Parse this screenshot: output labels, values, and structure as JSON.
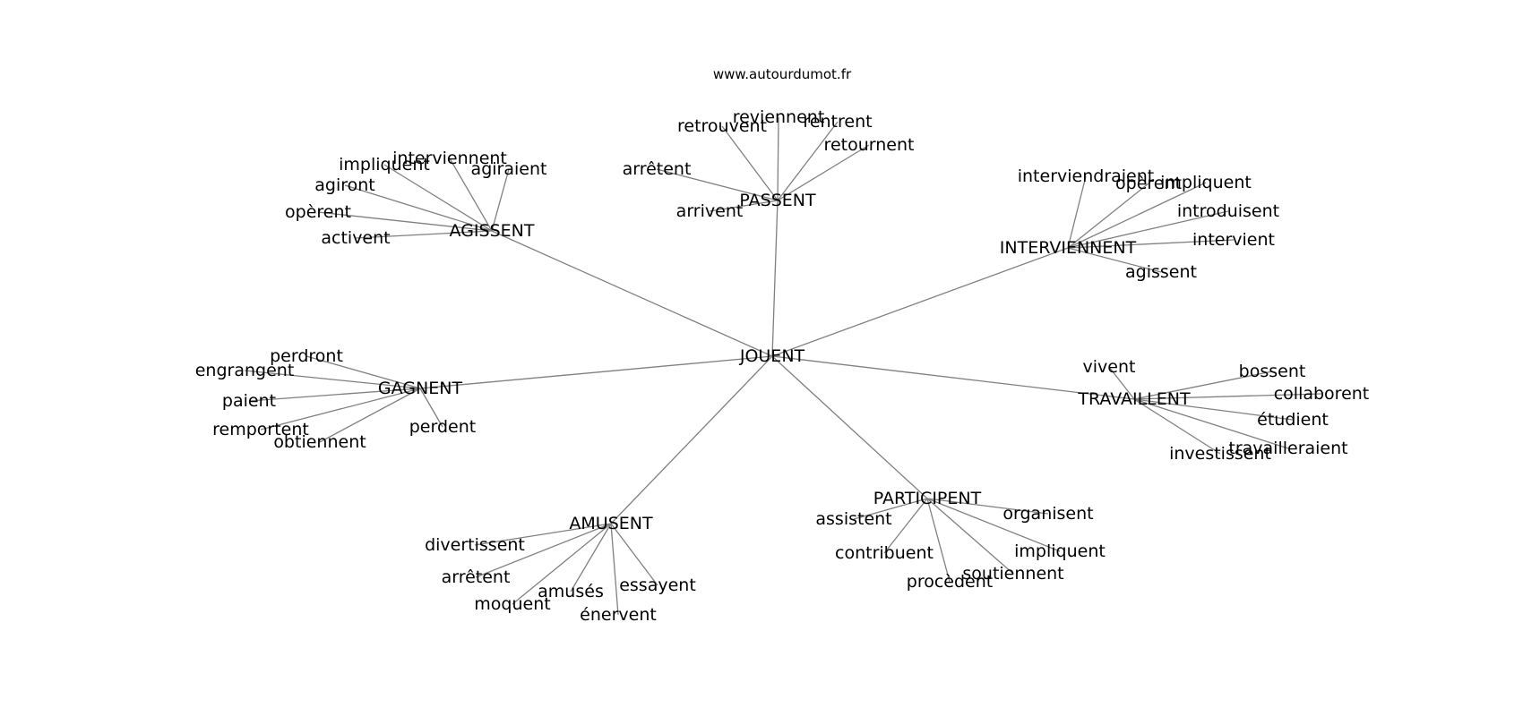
{
  "site": "www.autourdumot.fr",
  "center": "JOUENT",
  "colors": {
    "edge": "#808080",
    "text": "#000000",
    "background": "#ffffff"
  },
  "groups": [
    {
      "hub": "PASSENT",
      "words": [
        "reviennent",
        "retrouvent",
        "rentrent",
        "retournent",
        "arrêtent",
        "arrivent"
      ]
    },
    {
      "hub": "AGISSENT",
      "words": [
        "interviennent",
        "impliquent",
        "agiraient",
        "agiront",
        "opèrent",
        "activent"
      ]
    },
    {
      "hub": "INTERVIENNENT",
      "words": [
        "interviendraient",
        "opèrent",
        "impliquent",
        "introduisent",
        "intervient",
        "agissent"
      ]
    },
    {
      "hub": "GAGNENT",
      "words": [
        "perdront",
        "engrangent",
        "paient",
        "remportent",
        "obtiennent",
        "perdent"
      ]
    },
    {
      "hub": "TRAVAILLENT",
      "words": [
        "vivent",
        "bossent",
        "collaborent",
        "étudient",
        "investissent",
        "travailleraient"
      ]
    },
    {
      "hub": "AMUSENT",
      "words": [
        "divertissent",
        "arrêtent",
        "amusés",
        "essayent",
        "moquent",
        "énervent"
      ]
    },
    {
      "hub": "PARTICIPENT",
      "words": [
        "assistent",
        "organisent",
        "contribuent",
        "impliquent",
        "soutiennent",
        "procèdent"
      ]
    }
  ]
}
